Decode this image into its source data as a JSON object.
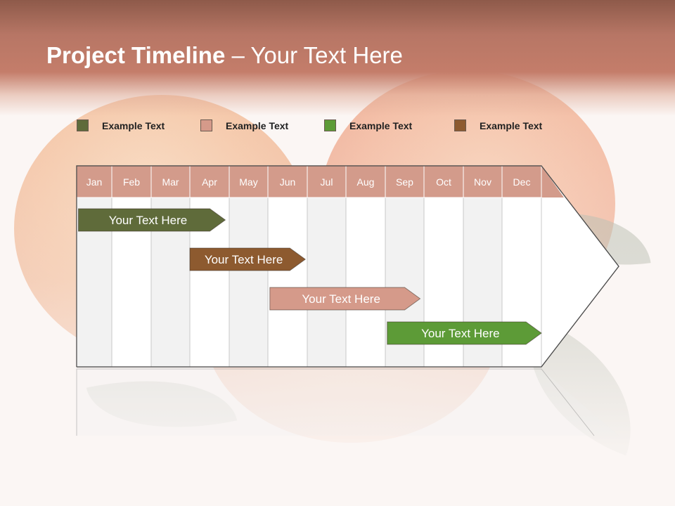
{
  "slide": {
    "title_bold": "Project Timeline",
    "title_rest": " – Your Text Here"
  },
  "legend": [
    {
      "label": "Example Text",
      "color": "#5f6b3a"
    },
    {
      "label": "Example Text",
      "color": "#d59a8a"
    },
    {
      "label": "Example Text",
      "color": "#5d9b37"
    },
    {
      "label": "Example Text",
      "color": "#8d5a2f"
    }
  ],
  "colors": {
    "header_fill": "#d39b8b",
    "column_alt": "#f2f2f2",
    "column_base": "#ffffff",
    "grid_line": "#c8c8c8"
  },
  "chart_data": {
    "type": "gantt",
    "months": [
      "Jan",
      "Feb",
      "Mar",
      "Apr",
      "May",
      "Jun",
      "Jul",
      "Aug",
      "Sep",
      "Oct",
      "Nov",
      "Dec"
    ],
    "tasks": [
      {
        "label": "Your  Text Here",
        "start": 0.05,
        "end": 3.9,
        "color": "#5f6b3a"
      },
      {
        "label": "Your  Text Here",
        "start": 3.0,
        "end": 5.95,
        "color": "#8d5a2f"
      },
      {
        "label": "Your  Text Here",
        "start": 5.05,
        "end": 8.9,
        "color": "#d59a8a"
      },
      {
        "label": "Your  Text Here",
        "start": 8.05,
        "end": 12.0,
        "color": "#5d9b37"
      }
    ]
  }
}
